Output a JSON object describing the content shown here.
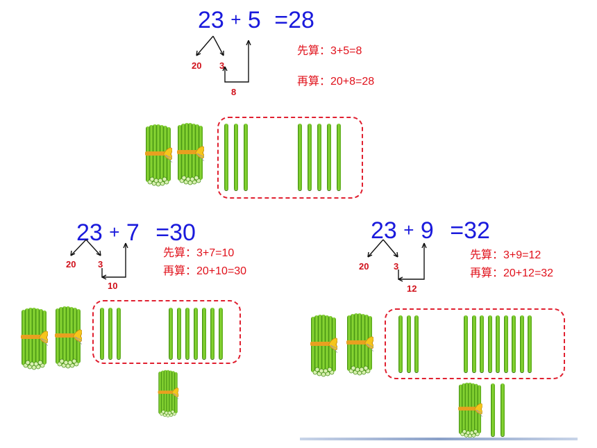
{
  "problems": [
    {
      "equation": {
        "a": "23",
        "plus": "+",
        "b": "5",
        "result": "=28"
      },
      "split": {
        "tens": "20",
        "ones": "3",
        "sum": "8"
      },
      "steps": {
        "first": "先算：3+5=8",
        "then": "再算：20+8=28"
      },
      "loose_sticks": {
        "left_group": 3,
        "right_group": 5
      },
      "bundles": 2
    },
    {
      "equation": {
        "a": "23",
        "plus": "+",
        "b": "7",
        "result": "=30"
      },
      "split": {
        "tens": "20",
        "ones": "3",
        "sum": "10"
      },
      "steps": {
        "first": "先算：3+7=10",
        "then": "再算：20+10=30"
      },
      "loose_sticks": {
        "left_group": 3,
        "right_group": 7
      },
      "bundles": 2,
      "new_bundles": 1
    },
    {
      "equation": {
        "a": "23",
        "plus": "+",
        "b": "9",
        "result": "=32"
      },
      "split": {
        "tens": "20",
        "ones": "3",
        "sum": "12"
      },
      "steps": {
        "first": "先算：3+9=12",
        "then": "再算：20+12=32"
      },
      "loose_sticks": {
        "left_group": 3,
        "right_group": 9
      },
      "bundles": 2,
      "new_bundles": 1,
      "leftover_sticks": 2
    }
  ],
  "colors": {
    "equation": "#1a1adc",
    "steps": "#e0101a",
    "dash_box": "#e02030",
    "stick": "#6cc223",
    "ribbon": "#f2c018"
  }
}
